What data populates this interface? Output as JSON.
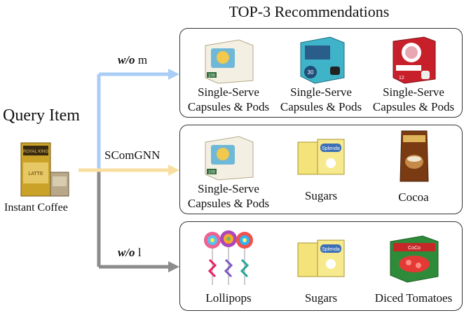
{
  "title": "TOP-3 Recommendations",
  "query": {
    "heading": "Query Item",
    "item_label": "Instant Coffee",
    "product_brand": "ROYAL KING",
    "product_line": "LATTE"
  },
  "arrows": [
    {
      "label_prefix": "w/o",
      "label_suffix": " m",
      "color": "#a9cdf6"
    },
    {
      "label": "SComGNN",
      "color": "#f8dfa0"
    },
    {
      "label_prefix": "w/o",
      "label_suffix": " l",
      "color": "#8c8c8c"
    }
  ],
  "panels": [
    {
      "items": [
        {
          "label_line1": "Single-Serve",
          "label_line2": "Capsules & Pods",
          "icon": "kcup-box-white",
          "badge": "100"
        },
        {
          "label_line1": "Single-Serve",
          "label_line2": "Capsules & Pods",
          "icon": "kcup-box-teal",
          "badge": "30"
        },
        {
          "label_line1": "Single-Serve",
          "label_line2": "Capsules & Pods",
          "icon": "kcup-box-red",
          "badge": "12"
        }
      ]
    },
    {
      "items": [
        {
          "label_line1": "Single-Serve",
          "label_line2": "Capsules & Pods",
          "icon": "kcup-box-white",
          "badge": "100"
        },
        {
          "label_line1": "Sugars",
          "label_line2": "",
          "icon": "sweetener-boxes",
          "badge": "Splenda"
        },
        {
          "label_line1": "Cocoa",
          "label_line2": "",
          "icon": "cocoa-pouch",
          "badge": ""
        }
      ]
    },
    {
      "items": [
        {
          "label_line1": "Lollipops",
          "label_line2": "",
          "icon": "lollipops",
          "badge": ""
        },
        {
          "label_line1": "Sugars",
          "label_line2": "",
          "icon": "sweetener-boxes",
          "badge": "Splenda"
        },
        {
          "label_line1": "Diced Tomatoes",
          "label_line2": "",
          "icon": "tomato-box",
          "badge": "CoCo"
        }
      ]
    }
  ]
}
